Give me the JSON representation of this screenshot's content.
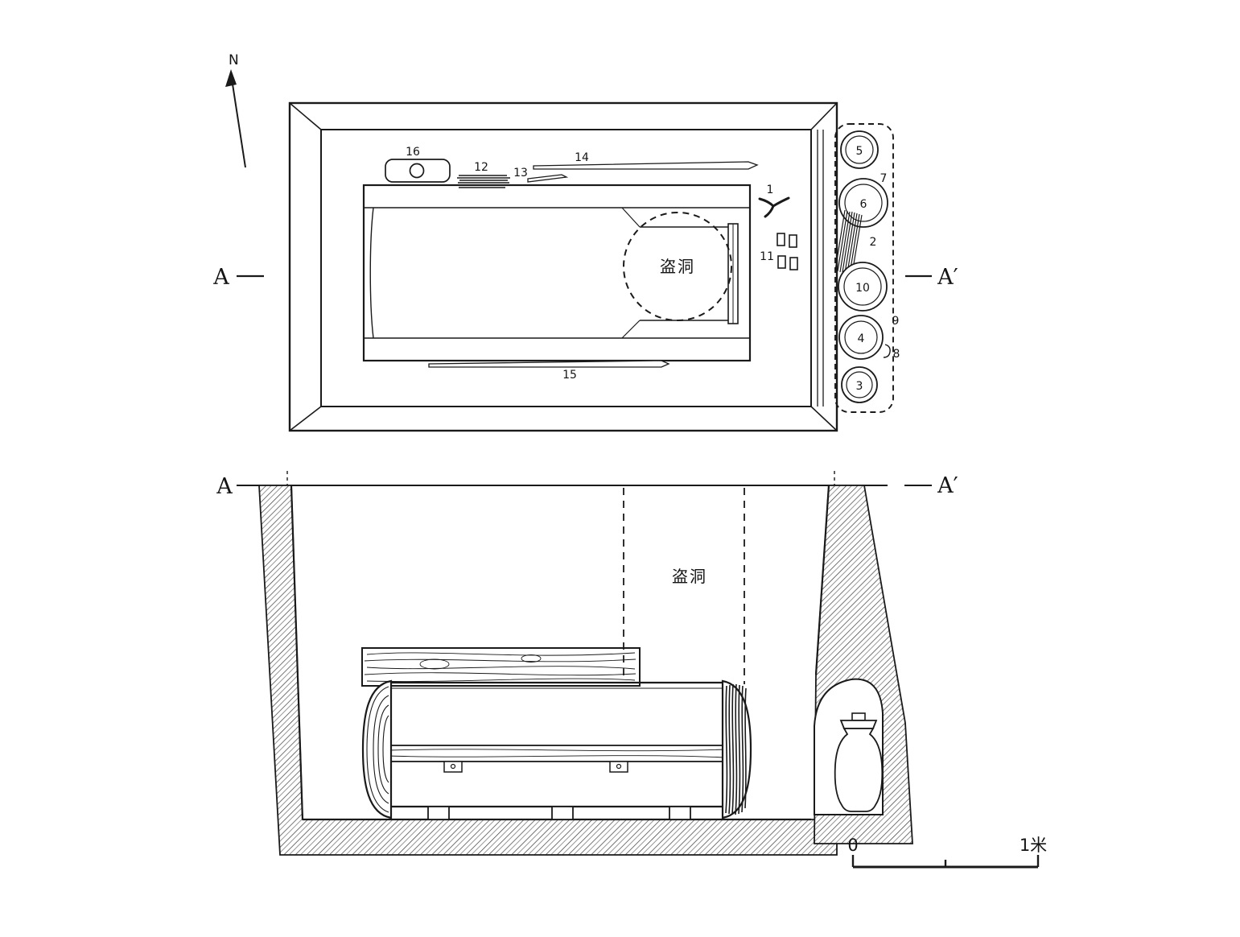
{
  "compass": {
    "label": "N"
  },
  "plan": {
    "section_label_left": "A",
    "section_label_right": "A′",
    "robber_hole_label": "盗洞",
    "item_labels": {
      "i1": "1",
      "i2": "2",
      "i3": "3",
      "i4": "4",
      "i5": "5",
      "i6": "6",
      "i7": "7",
      "i8": "8",
      "i9": "9",
      "i10": "10",
      "i11": "11",
      "i12": "12",
      "i13": "13",
      "i14": "14",
      "i15": "15",
      "i16": "16"
    }
  },
  "section": {
    "section_label_left": "A",
    "section_label_right": "A′",
    "robber_hole_label": "盗洞"
  },
  "scale_bar": {
    "start": "0",
    "end": "1米"
  },
  "colors": {
    "ink": "#1a1a1a",
    "background": "#ffffff"
  }
}
